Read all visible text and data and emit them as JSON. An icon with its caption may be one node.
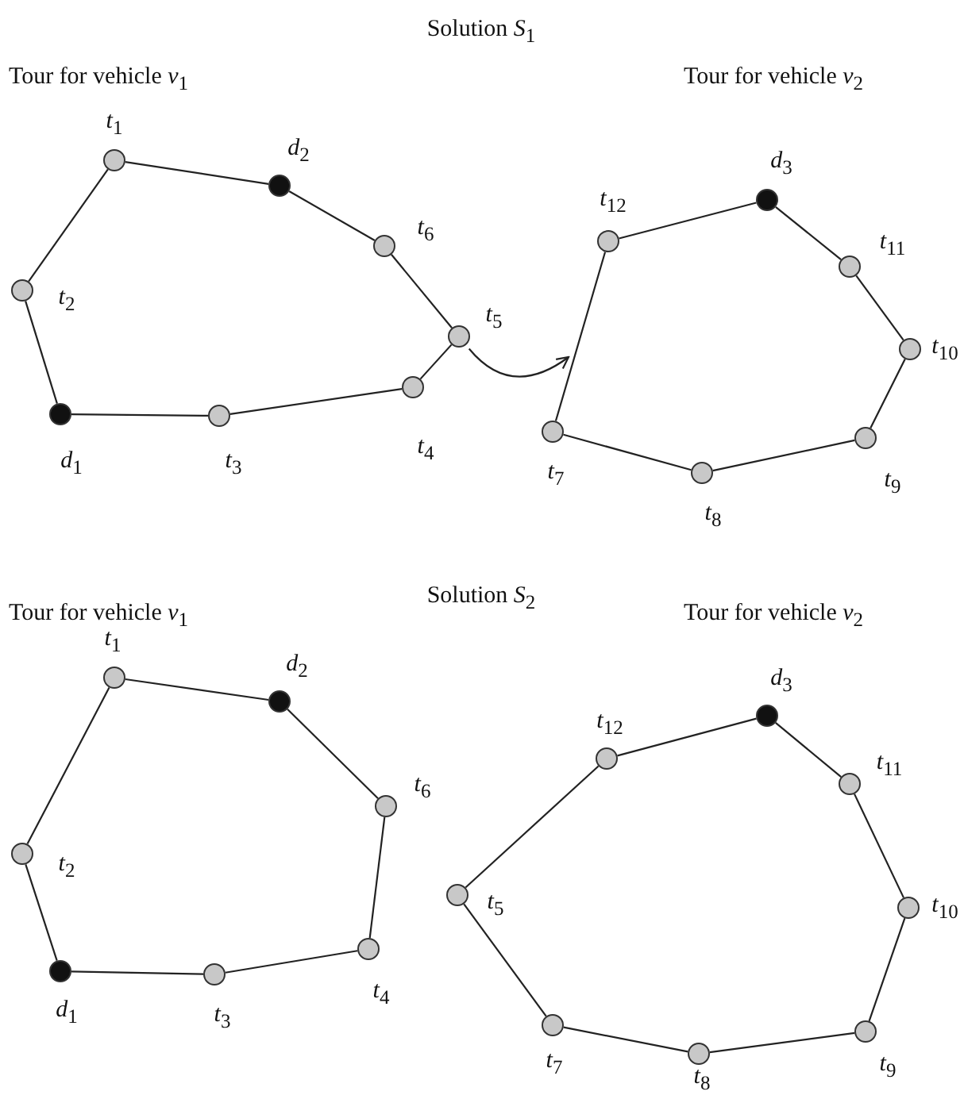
{
  "diagram": {
    "nodes": [
      {
        "text": [],
        "shape": "circle",
        "beside": [
          "*t*$_{1}$"
        ]
      },
      {
        "text": [],
        "shape": "circle",
        "beside": [
          "*d*$_{2}$"
        ]
      },
      {
        "text": [],
        "shape": "circle",
        "beside": [
          "*t*$_{6}$"
        ]
      },
      {
        "text": [],
        "shape": "circle",
        "beside": [
          "*t*$_{5}$"
        ]
      },
      {
        "text": [],
        "shape": "circle",
        "beside": [
          "*t*$_{4}$"
        ]
      },
      {
        "text": [],
        "shape": "circle",
        "beside": [
          "*t*$_{3}$"
        ]
      },
      {
        "text": [],
        "shape": "circle",
        "beside": [
          "*d*$_{1}$"
        ]
      },
      {
        "text": [],
        "shape": "circle",
        "beside": [
          "*t*$_{2}$"
        ]
      },
      {
        "text": [],
        "shape": "circle",
        "beside": [
          "*t*$_{12}$"
        ]
      },
      {
        "text": [],
        "shape": "circle",
        "beside": [
          "*d*$_{3}$"
        ]
      },
      {
        "text": [],
        "shape": "circle",
        "beside": [
          "*t*$_{11}$"
        ]
      },
      {
        "text": [],
        "shape": "circle",
        "beside": [
          "*t*$_{10}$"
        ]
      },
      {
        "text": [],
        "shape": "circle",
        "beside": [
          "*t*$_{9}$"
        ]
      },
      {
        "text": [],
        "shape": "circle",
        "beside": [
          "*t*$_{8}$"
        ]
      },
      {
        "text": [],
        "shape": "circle",
        "beside": [
          "*t*$_{7}$"
        ]
      },
      {
        "text": [],
        "shape": "circle",
        "beside": [
          "*t*$_{1}$"
        ]
      },
      {
        "text": [],
        "shape": "circle",
        "beside": [
          "*d*$_{2}$"
        ]
      },
      {
        "text": [],
        "shape": "circle",
        "beside": [
          "*t*$_{6}$"
        ]
      },
      {
        "text": [],
        "shape": "circle",
        "beside": [
          "*t*$_{4}$"
        ]
      },
      {
        "text": [],
        "shape": "circle",
        "beside": [
          "*t*$_{3}$"
        ]
      },
      {
        "text": [],
        "shape": "circle",
        "beside": [
          "*d*$_{1}$"
        ]
      },
      {
        "text": [],
        "shape": "circle",
        "beside": [
          "*t*$_{2}$"
        ]
      },
      {
        "text": [],
        "shape": "circle",
        "beside": [
          "*t*$_{12}$"
        ]
      },
      {
        "text": [],
        "shape": "circle",
        "beside": [
          "*d*$_{3}$"
        ]
      },
      {
        "text": [],
        "shape": "circle",
        "beside": [
          "*t*$_{11}$"
        ]
      },
      {
        "text": [],
        "shape": "circle",
        "beside": [
          "*t*$_{10}$"
        ]
      },
      {
        "text": [],
        "shape": "circle",
        "beside": [
          "*t*$_{9}$"
        ]
      },
      {
        "text": [],
        "shape": "circle",
        "beside": [
          "*t*$_{8}$"
        ]
      },
      {
        "text": [],
        "shape": "circle",
        "beside": [
          "*t*$_{7}$"
        ]
      },
      {
        "text": [],
        "shape": "circle",
        "beside": [
          "*t*$_{5}$"
        ]
      }
    ],
    "edges": [
      {
        "from": 0,
        "to": 1,
        "arrow": "none"
      },
      {
        "from": 1,
        "to": 2,
        "arrow": "none"
      },
      {
        "from": 2,
        "to": 3,
        "arrow": "none"
      },
      {
        "from": 3,
        "to": 4,
        "arrow": "none"
      },
      {
        "from": 4,
        "to": 5,
        "arrow": "none"
      },
      {
        "from": 5,
        "to": 6,
        "arrow": "none"
      },
      {
        "from": 6,
        "to": 7,
        "arrow": "none"
      },
      {
        "from": 7,
        "to": 0,
        "arrow": "none"
      },
      {
        "from": 8,
        "to": 9,
        "arrow": "none"
      },
      {
        "from": 9,
        "to": 10,
        "arrow": "none"
      },
      {
        "from": 10,
        "to": 11,
        "arrow": "none"
      },
      {
        "from": 11,
        "to": 12,
        "arrow": "none"
      },
      {
        "from": 12,
        "to": 13,
        "arrow": "none"
      },
      {
        "from": 13,
        "to": 14,
        "arrow": "none"
      },
      {
        "from": 14,
        "to": 8,
        "arrow": "none"
      },
      {
        "from": 3,
        "to": null,
        "arrow": "to"
      },
      {
        "from": 15,
        "to": 16,
        "arrow": "none"
      },
      {
        "from": 16,
        "to": 17,
        "arrow": "none"
      },
      {
        "from": 17,
        "to": 18,
        "arrow": "none"
      },
      {
        "from": 18,
        "to": 19,
        "arrow": "none"
      },
      {
        "from": 19,
        "to": 20,
        "arrow": "none"
      },
      {
        "from": 20,
        "to": 21,
        "arrow": "none"
      },
      {
        "from": 21,
        "to": 15,
        "arrow": "none"
      },
      {
        "from": 22,
        "to": 23,
        "arrow": "none"
      },
      {
        "from": 23,
        "to": 24,
        "arrow": "none"
      },
      {
        "from": 24,
        "to": 25,
        "arrow": "none"
      },
      {
        "from": 25,
        "to": 26,
        "arrow": "none"
      },
      {
        "from": 26,
        "to": 27,
        "arrow": "none"
      },
      {
        "from": 27,
        "to": 28,
        "arrow": "none"
      },
      {
        "from": 28,
        "to": 29,
        "arrow": "none"
      },
      {
        "from": 29,
        "to": 22,
        "arrow": "none"
      }
    ],
    "labels": [
      "Solution *S*$_{1}$",
      "Tour for vehicle *v*$_{1}$",
      "Tour for vehicle *v*$_{2}$",
      "Solution *S*$_{2}$",
      "Tour for vehicle *v*$_{1}$",
      "Tour for vehicle *v*$_{2}$"
    ]
  }
}
